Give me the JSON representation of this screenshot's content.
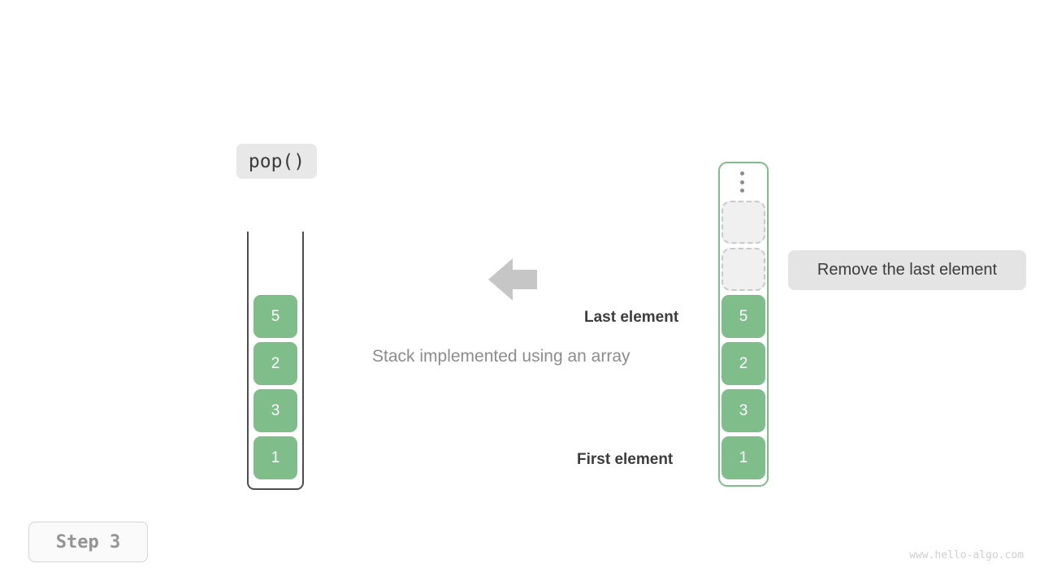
{
  "page": {
    "background_color": "#ffffff",
    "title_operation": "pop()",
    "caption": "Stack implemented using an array",
    "step_label": "Step 3",
    "watermark": "www.hello-algo.com"
  },
  "colors": {
    "element_fill": "#7fbd8a",
    "element_text": "#ffffff",
    "empty_slot_fill": "#f0f0f0",
    "empty_slot_border": "#c9c9c9",
    "container_border_right": "#7fbd8a",
    "container_border_left": "#4d4d4d",
    "chip_background": "#e8e8e8",
    "note_background": "#e4e4e4",
    "arrow_fill": "#c6c6c6",
    "muted_text": "#8c8c8c",
    "dark_text": "#3c3c3c"
  },
  "left_stack": {
    "name": "stack-abstract-view",
    "shape": "open-top-container",
    "elements": [
      {
        "value": "5"
      },
      {
        "value": "2"
      },
      {
        "value": "3"
      },
      {
        "value": "1"
      }
    ]
  },
  "right_array": {
    "name": "array-backing-view",
    "ellipsis_icon": "vertical-ellipsis-icon",
    "empty_slots": 2,
    "elements": [
      {
        "value": "5"
      },
      {
        "value": "2"
      },
      {
        "value": "3"
      },
      {
        "value": "1"
      }
    ]
  },
  "annotations": {
    "note": "Remove the last element",
    "last_element": "Last element",
    "first_element": "First element"
  },
  "arrow": {
    "direction": "left",
    "icon": "arrow-left-icon"
  }
}
